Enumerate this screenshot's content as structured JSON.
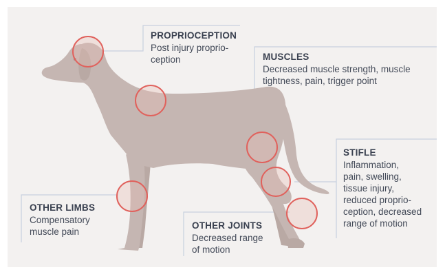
{
  "colors": {
    "background": "#f3f1f0",
    "dog": "#c5b6b2",
    "dog_shadow": "#b9a9a4",
    "marker": "#e0615c",
    "marker_fill": "#e8bcb4",
    "leader_line": "#c7d0de",
    "text": "#434a58"
  },
  "labels": {
    "proprioception": {
      "title": "PROPRIOCEPTION",
      "desc": "Post injury proprio-\nception"
    },
    "muscles": {
      "title": "MUSCLES",
      "desc": "Decreased muscle strength, muscle\ntightness, pain, trigger point"
    },
    "stifle": {
      "title": "STIFLE",
      "desc": "Inflammation,\npain, swelling,\ntissue injury,\nreduced proprio-\nception, decreased\nrange of motion"
    },
    "other_limbs": {
      "title": "OTHER LIMBS",
      "desc": "Compensatory\nmuscle pain"
    },
    "other_joints": {
      "title": "OTHER JOINTS",
      "desc": "Decreased range\nof motion"
    }
  },
  "markers": [
    "head",
    "shoulder",
    "thigh",
    "stifle",
    "hock",
    "front-leg"
  ]
}
